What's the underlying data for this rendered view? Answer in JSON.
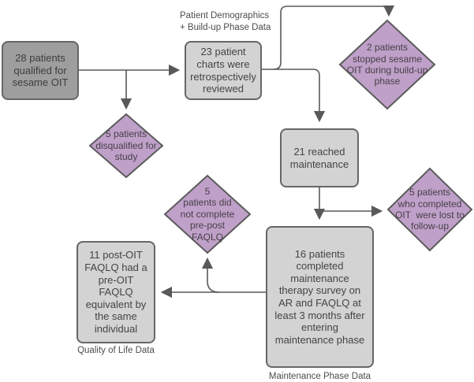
{
  "colors": {
    "box_dark": "#9e9e9e",
    "box_light": "#d3d3d3",
    "box_border": "#666666",
    "diamond_fill": "#bfa0c9",
    "diamond_border": "#5c5c5c",
    "connector": "#595959",
    "text": "#444444"
  },
  "nodes": {
    "qualified": "28 patients\nqualified for\nsesame OIT",
    "charts_reviewed": "23 patient\ncharts were\nretrospectively\nreviewed",
    "stopped_buildup": "2 patients\nstopped sesame\nOIT during build-up\nphase",
    "disqualified": "5 patients\ndisqualified for\nstudy",
    "reached_maintenance": "21 reached\nmaintenance",
    "lost_followup": "5 patients\nwho completed\nOIT  were lost to\nfollow-up",
    "no_faqlq": "5\npatients did\nnot complete\npre-post\nFAQLQ",
    "survey_completed": "16 patients\ncompleted\nmaintenance\ntherapy survey on\nAR and FAQLQ at\nleast 3 months after\nentering\nmaintenance phase",
    "pre_post_equivalent": "11 post-OIT\nFAQLQ had a\npre-OIT\nFAQLQ\nequivalent by\nthe same\nindividual"
  },
  "labels": {
    "demographics_note": "Patient Demographics\n+ Build-up Phase Data",
    "maintenance_label": "Maintenance Phase Data",
    "quality_label": "Quality of Life Data"
  }
}
